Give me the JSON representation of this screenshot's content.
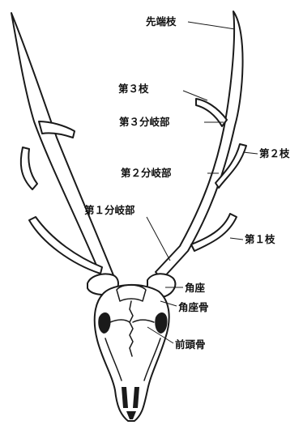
{
  "labels": {
    "tip_tine": "先端枝",
    "third_tine": "第３枝",
    "third_fork": "第３分岐部",
    "second_tine": "第２枝",
    "second_fork": "第２分岐部",
    "first_fork": "第１分岐部",
    "first_tine": "第１枝",
    "pedicle_base": "角座",
    "pedicle_bone": "角座骨",
    "frontal_bone": "前頭骨"
  }
}
